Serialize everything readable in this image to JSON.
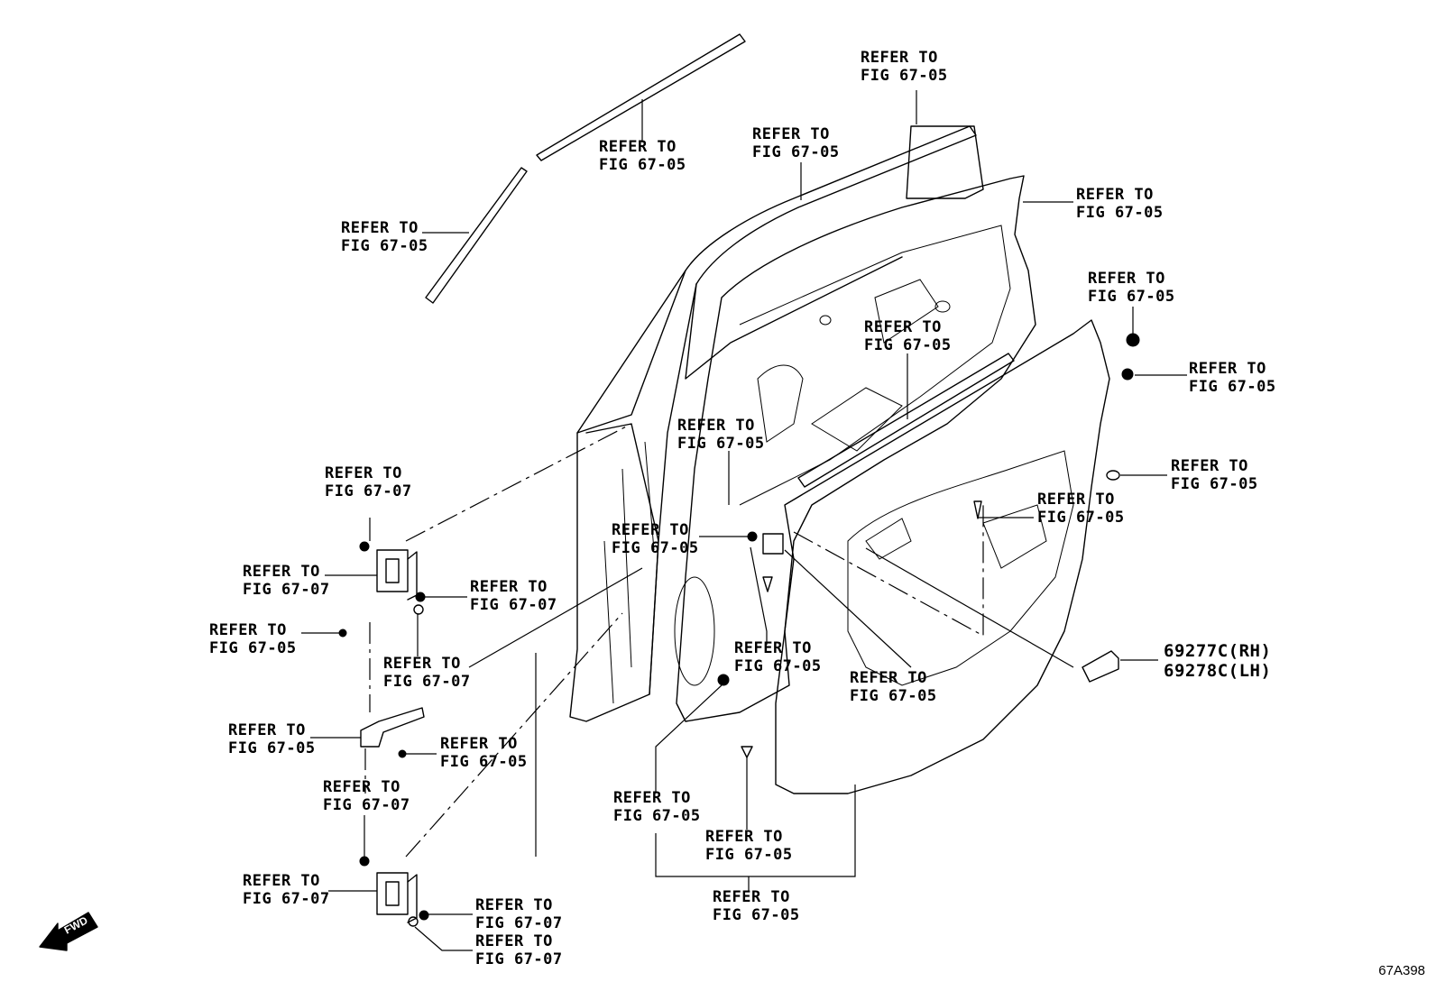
{
  "callouts": {
    "c01": [
      "REFER TO",
      "FIG 67-05"
    ],
    "c02": [
      "REFER TO",
      "FIG 67-05"
    ],
    "c03": [
      "REFER TO",
      "FIG 67-05"
    ],
    "c04": [
      "REFER TO",
      "FIG 67-05"
    ],
    "c05": [
      "REFER TO",
      "FIG 67-05"
    ],
    "c06": [
      "REFER TO",
      "FIG 67-05"
    ],
    "c07": [
      "REFER TO",
      "FIG 67-05"
    ],
    "c08": [
      "REFER TO",
      "FIG 67-05"
    ],
    "c09": [
      "REFER TO",
      "FIG 67-05"
    ],
    "c10": [
      "REFER TO",
      "FIG 67-07"
    ],
    "c11": [
      "REFER TO",
      "FIG 67-05"
    ],
    "c12": [
      "REFER TO",
      "FIG 67-05"
    ],
    "c13": [
      "REFER TO",
      "FIG 67-07"
    ],
    "c14": [
      "REFER TO",
      "FIG 67-07"
    ],
    "c15": [
      "REFER TO",
      "FIG 67-05"
    ],
    "c16": [
      "REFER TO",
      "FIG 67-05"
    ],
    "c17": [
      "REFER TO",
      "FIG 67-07"
    ],
    "c18": [
      "REFER TO",
      "FIG 67-05"
    ],
    "c19": [
      "REFER TO",
      "FIG 67-05"
    ],
    "c20": [
      "REFER TO",
      "FIG 67-05"
    ],
    "c21": [
      "REFER TO",
      "FIG 67-05"
    ],
    "c22": [
      "REFER TO",
      "FIG 67-07"
    ],
    "c23": [
      "REFER TO",
      "FIG 67-05"
    ],
    "c24": [
      "REFER TO",
      "FIG 67-05"
    ],
    "c25": [
      "REFER TO",
      "FIG 67-07"
    ],
    "c26": [
      "REFER TO",
      "FIG 67-07"
    ],
    "c27": [
      "REFER TO",
      "FIG 67-07"
    ],
    "c28": [
      "REFER TO",
      "FIG 67-05"
    ]
  },
  "part_numbers": {
    "rh": "69277C(RH)",
    "lh": "69278C(LH)"
  },
  "fwd_symbol": "FWD",
  "figure_code": "67A398",
  "icons": {
    "fwd_arrow": "fwd-arrow-icon",
    "bolt": "bolt-icon",
    "clip": "clip-icon",
    "hinge": "hinge-icon"
  }
}
